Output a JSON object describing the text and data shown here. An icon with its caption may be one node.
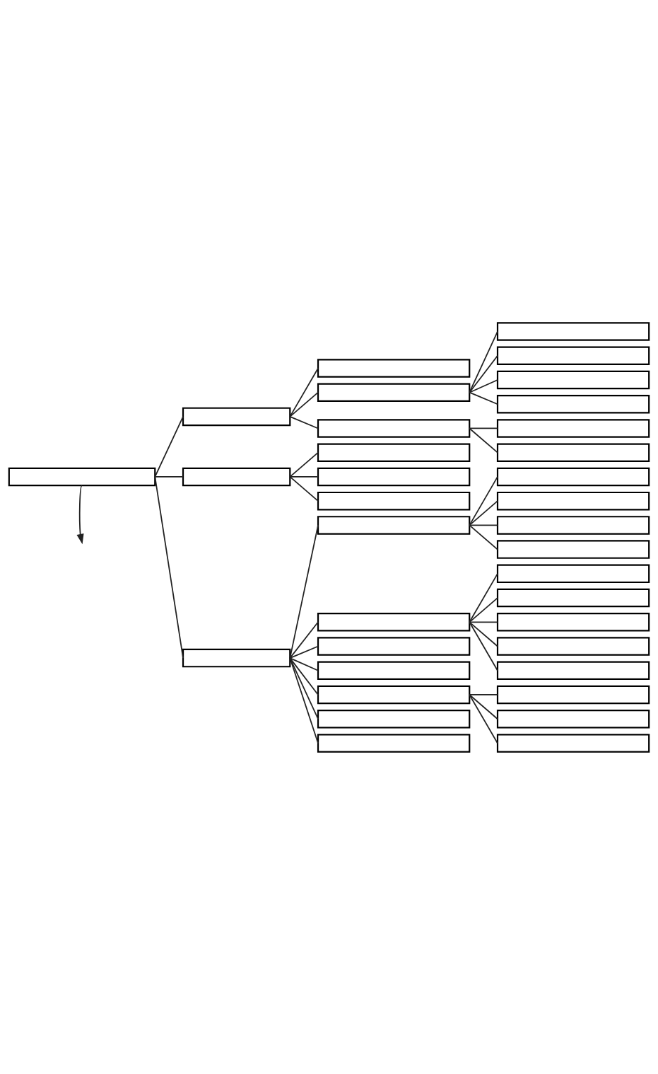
{
  "diagram": {
    "nodes": [
      {
        "text": [],
        "shape": "box"
      },
      {
        "text": [],
        "shape": "box"
      },
      {
        "text": [],
        "shape": "box"
      },
      {
        "text": [],
        "shape": "box"
      },
      {
        "text": [],
        "shape": "box"
      },
      {
        "text": [],
        "shape": "box"
      },
      {
        "text": [],
        "shape": "box"
      },
      {
        "text": [],
        "shape": "box"
      },
      {
        "text": [],
        "shape": "box"
      },
      {
        "text": [],
        "shape": "box"
      },
      {
        "text": [],
        "shape": "box"
      },
      {
        "text": [],
        "shape": "box"
      },
      {
        "text": [],
        "shape": "box"
      },
      {
        "text": [],
        "shape": "box"
      },
      {
        "text": [],
        "shape": "box"
      },
      {
        "text": [],
        "shape": "box"
      },
      {
        "text": [],
        "shape": "box"
      },
      {
        "text": [],
        "shape": "box"
      },
      {
        "text": [],
        "shape": "box"
      },
      {
        "text": [],
        "shape": "box"
      },
      {
        "text": [],
        "shape": "box"
      },
      {
        "text": [],
        "shape": "box"
      },
      {
        "text": [],
        "shape": "box"
      },
      {
        "text": [],
        "shape": "box"
      },
      {
        "text": [],
        "shape": "box"
      },
      {
        "text": [],
        "shape": "box"
      },
      {
        "text": [],
        "shape": "box"
      },
      {
        "text": [],
        "shape": "box"
      },
      {
        "text": [],
        "shape": "box"
      },
      {
        "text": [],
        "shape": "box"
      },
      {
        "text": [],
        "shape": "box"
      },
      {
        "text": [],
        "shape": "box"
      },
      {
        "text": [],
        "shape": "box"
      },
      {
        "text": [],
        "shape": "box"
      },
      {
        "text": [],
        "shape": "box"
      }
    ],
    "edges": [
      {
        "from": 0,
        "to": 1,
        "arrow": "none"
      },
      {
        "from": 1,
        "to": 2,
        "arrow": "none"
      },
      {
        "from": 1,
        "to": 3,
        "arrow": "none"
      },
      {
        "from": 3,
        "to": 4,
        "arrow": "none"
      },
      {
        "from": 3,
        "to": 5,
        "arrow": "none"
      },
      {
        "from": 3,
        "to": 6,
        "arrow": "none"
      },
      {
        "from": 3,
        "to": 7,
        "arrow": "none"
      },
      {
        "from": 1,
        "to": 8,
        "arrow": "none"
      },
      {
        "from": 8,
        "to": 9,
        "arrow": "none"
      },
      {
        "from": 8,
        "to": 10,
        "arrow": "none"
      },
      {
        "from": 0,
        "to": 11,
        "arrow": "none"
      },
      {
        "from": 11,
        "to": 12,
        "arrow": "none"
      },
      {
        "from": 11,
        "to": 13,
        "arrow": "none"
      },
      {
        "from": 11,
        "to": 14,
        "arrow": "none"
      },
      {
        "from": 0,
        "to": 15,
        "arrow": "none"
      },
      {
        "from": 15,
        "to": 16,
        "arrow": "none"
      },
      {
        "from": 16,
        "to": 17,
        "arrow": "none"
      },
      {
        "from": 16,
        "to": 18,
        "arrow": "none"
      },
      {
        "from": 16,
        "to": 19,
        "arrow": "none"
      },
      {
        "from": 16,
        "to": 20,
        "arrow": "none"
      },
      {
        "from": 15,
        "to": 21,
        "arrow": "none"
      },
      {
        "from": 21,
        "to": 22,
        "arrow": "none"
      },
      {
        "from": 21,
        "to": 23,
        "arrow": "none"
      },
      {
        "from": 21,
        "to": 24,
        "arrow": "none"
      },
      {
        "from": 21,
        "to": 25,
        "arrow": "none"
      },
      {
        "from": 21,
        "to": 26,
        "arrow": "none"
      },
      {
        "from": 15,
        "to": 27,
        "arrow": "none"
      },
      {
        "from": 15,
        "to": 28,
        "arrow": "none"
      },
      {
        "from": 15,
        "to": 29,
        "arrow": "none"
      },
      {
        "from": 29,
        "to": 30,
        "arrow": "none"
      },
      {
        "from": 29,
        "to": 31,
        "arrow": "none"
      },
      {
        "from": 29,
        "to": 32,
        "arrow": "none"
      },
      {
        "from": 15,
        "to": 33,
        "arrow": "none"
      },
      {
        "from": 15,
        "to": 34,
        "arrow": "none"
      },
      {
        "from": 0,
        "to": null,
        "arrow": "to"
      }
    ]
  }
}
